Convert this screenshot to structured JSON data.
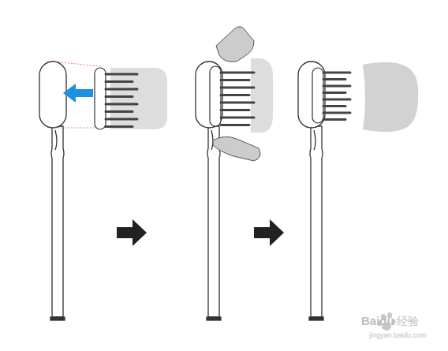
{
  "diagram": {
    "labels": [
      "Baidu",
      "经验",
      "jingyan.baidu.com"
    ]
  }
}
